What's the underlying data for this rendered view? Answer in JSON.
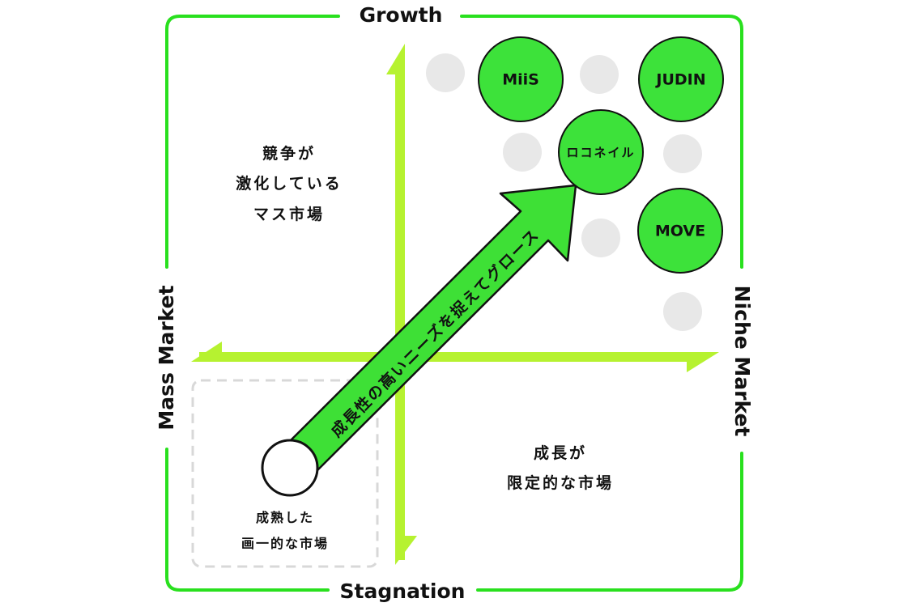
{
  "colors": {
    "frame_green": "#29e01e",
    "axis_lime": "#b6f230",
    "bubble_green": "#3de23a",
    "arrow_green": "#3ee036",
    "placeholder_gray": "#e8e8e8",
    "dashed_gray": "#d8d8d8",
    "text": "#111111"
  },
  "axes": {
    "top": "Growth",
    "bottom": "Stagnation",
    "left": "Mass Market",
    "right": "Niche Market"
  },
  "quadrants": {
    "top_left": [
      "競争が",
      "激化している",
      "マス市場"
    ],
    "bottom_right": [
      "成長が",
      "限定的な市場"
    ],
    "bottom_left": [
      "成熟した",
      "画一的な市場"
    ]
  },
  "arrow": {
    "label": "成長性の高いニーズを捉えてグロース"
  },
  "bubbles": [
    {
      "name": "bubble-miis",
      "label": "MiiS"
    },
    {
      "name": "bubble-judin",
      "label": "JUDIN"
    },
    {
      "name": "bubble-loconail",
      "label": "ロコネイル"
    },
    {
      "name": "bubble-move",
      "label": "MOVE"
    }
  ]
}
